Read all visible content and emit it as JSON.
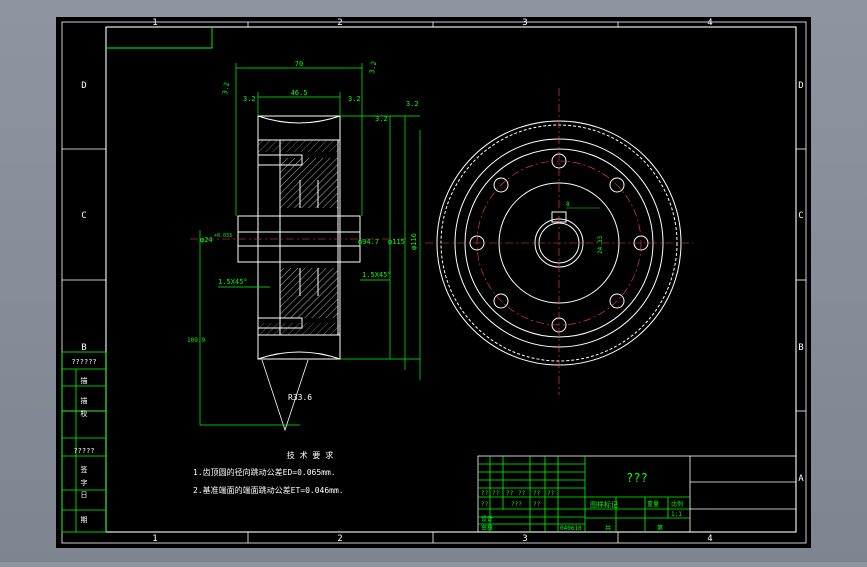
{
  "grid": {
    "columns": [
      "1",
      "2",
      "3",
      "4"
    ],
    "rows": [
      "D",
      "C",
      "B",
      "A"
    ]
  },
  "dimensions": {
    "width_70": "70",
    "width_46": "46.5",
    "rough_a": "3.2",
    "rough_b": "3.2",
    "rough_c": "3.2",
    "rough_d": "3.2",
    "rough_e": "3.2",
    "rough_f": "3.2",
    "bore": "φ24",
    "bore_tol": "+0.033",
    "chamfer_a": "1.5X45°",
    "chamfer_b": "1.5X45°",
    "dia_a": "φ94.7",
    "dia_b": "φ115",
    "dia_c": "φ116",
    "dia_d": "109.9",
    "radius": "R33.6",
    "key_a": "24.33",
    "key_b": "8"
  },
  "technical_requirements": {
    "title": "技 术 要 求",
    "line1": "1.齿顶圆的径向跳动公差ED=0.065mm.",
    "line2": "2.基准端面的端面跳动公差ET=0.046mm."
  },
  "left_strip": {
    "label1": "??????",
    "label2": "描",
    "label3": "描",
    "label4": "校",
    "label5": "?????",
    "label6": "签",
    "label7": "字",
    "label8": "日",
    "label9": "期"
  },
  "title_block": {
    "part_name": "???",
    "row_a": [
      "??",
      "??",
      "??",
      "??",
      "??",
      "??"
    ],
    "cell_a": "???",
    "cell_b": "??",
    "cell_c": "??",
    "cell_d": "图样标记",
    "cell_e": "重量",
    "cell_f": "比例",
    "scale": "1:1",
    "designer": "设计",
    "checker": "审核",
    "drawing_no": "040610",
    "sheet": "共",
    "sheet2": "第"
  }
}
